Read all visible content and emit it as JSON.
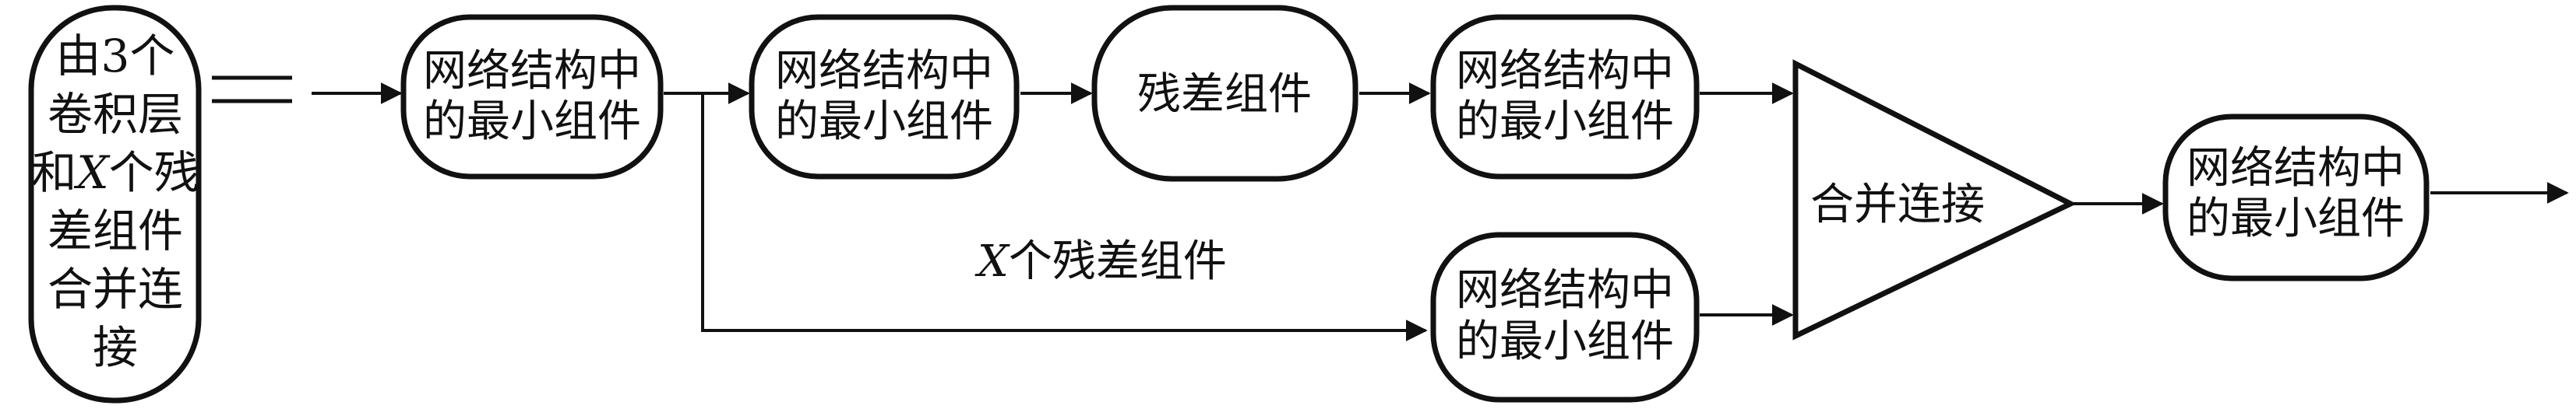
{
  "nodes": {
    "input": {
      "lines": [
        {
          "pre": "",
          "it": "",
          "post": "由3个"
        },
        {
          "pre": "",
          "it": "",
          "post": "卷积层"
        },
        {
          "pre": "和",
          "it": "X",
          "post": "个残"
        },
        {
          "pre": "",
          "it": "",
          "post": "差组件"
        },
        {
          "pre": "",
          "it": "",
          "post": "合并连"
        },
        {
          "pre": "",
          "it": "",
          "post": "接"
        }
      ]
    },
    "min1": {
      "line1": "网络结构中",
      "line2": "的最小组件"
    },
    "min2": {
      "line1": "网络结构中",
      "line2": "的最小组件"
    },
    "residual": {
      "label": "残差组件"
    },
    "min3": {
      "line1": "网络结构中",
      "line2": "的最小组件"
    },
    "min_bottom": {
      "line1": "网络结构中",
      "line2": "的最小组件"
    },
    "concat": {
      "label": "合并连接"
    },
    "min_out": {
      "line1": "网络结构中",
      "line2": "的最小组件"
    }
  },
  "annotation": {
    "italic": "X",
    "rest": "个残差组件"
  }
}
